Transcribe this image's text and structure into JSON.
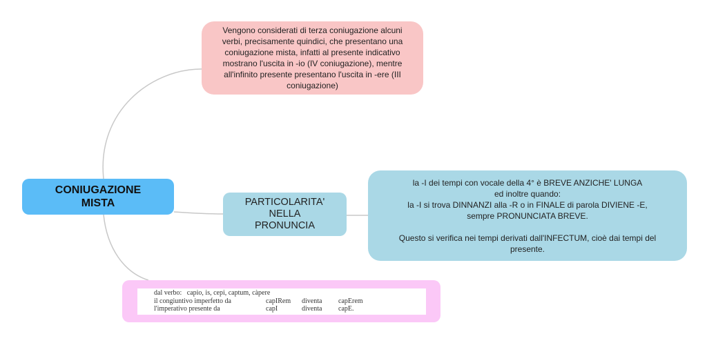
{
  "central": {
    "title": "CONIUGAZIONE\nMISTA"
  },
  "intro": {
    "text": "Vengono considerati di terza coniugazione alcuni verbi, precisamente quindici, che presentano una coniugazione mista, infatti al presente indicativo mostrano l'uscita in -io (IV coniugazione), mentre all'infinito presente presentano l'uscita in -ere (III coniugazione)"
  },
  "particolarita": {
    "title": "PARTICOLARITA'\nNELLA\nPRONUNCIA",
    "detail": "la -I dei tempi con vocale della 4° è BREVE ANZICHE' LUNGA\ned inoltre quando:\nla -I si trova DINNANZI alla -R o in FINALE di parola DIVIENE -E,\nsempre PRONUNCIATA BREVE.\n\nQuesto si verifica nei tempi derivati dall'INFECTUM, cioè dai tempi del presente."
  },
  "example": {
    "header": "dal verbo:   capio, is, cepi, captum, càpere",
    "rows": [
      [
        "il congiuntivo imperfetto da",
        "capIRem",
        "diventa",
        "capErem"
      ],
      [
        "l'imperativo presente da",
        "capI",
        "diventa",
        "capE."
      ]
    ]
  },
  "colors": {
    "central": "#5bbcf7",
    "intro": "#f9c6c6",
    "pronuncia": "#aad8e6",
    "example": "#fbc8f7",
    "connector": "#c8c8c8"
  }
}
